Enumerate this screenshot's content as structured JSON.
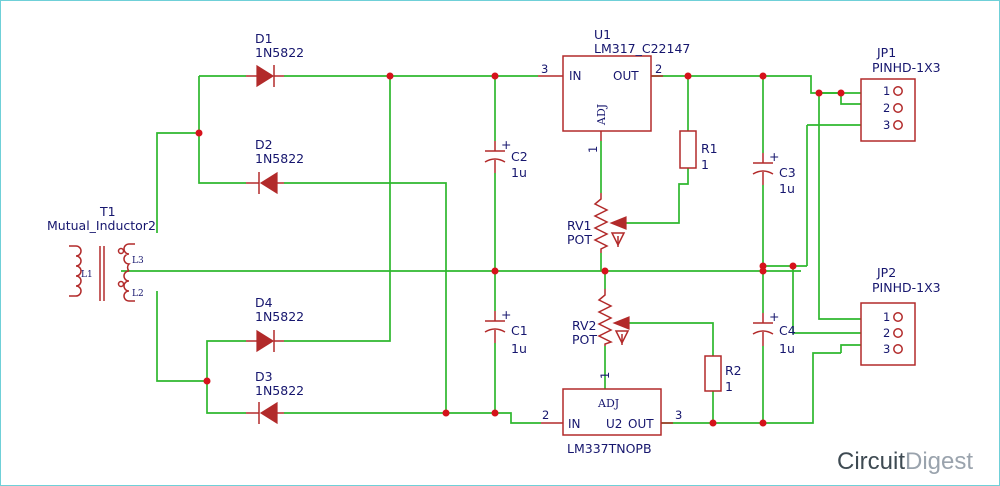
{
  "components": {
    "D1": {
      "ref": "D1",
      "value": "1N5822"
    },
    "D2": {
      "ref": "D2",
      "value": "1N5822"
    },
    "D3": {
      "ref": "D3",
      "value": "1N5822"
    },
    "D4": {
      "ref": "D4",
      "value": "1N5822"
    },
    "U1": {
      "ref": "U1",
      "value": "LM317_C22147",
      "pin_in": "IN",
      "pin_out": "OUT",
      "pin_adj": "ADJ",
      "pin_in_num": "3",
      "pin_out_num": "2",
      "pin_adj_num": "1"
    },
    "U2": {
      "ref": "U2",
      "value": "LM337TNOPB",
      "pin_in": "IN",
      "pin_out": "OUT",
      "pin_adj": "ADJ",
      "pin_in_num": "2",
      "pin_out_num": "3",
      "pin_adj_num": "1"
    },
    "C1": {
      "ref": "C1",
      "value": "1u"
    },
    "C2": {
      "ref": "C2",
      "value": "1u"
    },
    "C3": {
      "ref": "C3",
      "value": "1u"
    },
    "C4": {
      "ref": "C4",
      "value": "1u"
    },
    "R1": {
      "ref": "R1",
      "value": "1"
    },
    "R2": {
      "ref": "R2",
      "value": "1"
    },
    "RV1": {
      "ref": "RV1",
      "value": "POT"
    },
    "RV2": {
      "ref": "RV2",
      "value": "POT"
    },
    "T1": {
      "ref": "T1",
      "value": "Mutual_Inductor2",
      "coil_l1": "L1",
      "coil_l2": "L2",
      "coil_l3": "L3"
    },
    "JP1": {
      "ref": "JP1",
      "value": "PINHD-1X3",
      "pins": [
        "1",
        "2",
        "3"
      ]
    },
    "JP2": {
      "ref": "JP2",
      "value": "PINHD-1X3",
      "pins": [
        "1",
        "2",
        "3"
      ]
    }
  },
  "logo": {
    "part1": "Circuit",
    "part2": "Digest"
  },
  "colors": {
    "wire": "#2eb82e",
    "component": "#b22a2a",
    "label": "#16166e",
    "junction": "#d6121b",
    "border": "#6fd0d8"
  }
}
